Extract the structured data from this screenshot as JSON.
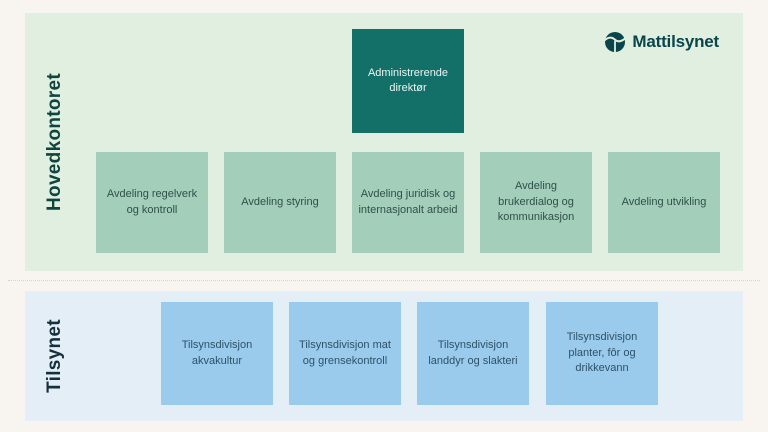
{
  "logo": {
    "name": "Mattilsynet",
    "icon": "mattilsynet-circle-mark",
    "color": "#0a454c"
  },
  "colors": {
    "page_bg": "#f8f4ef",
    "panel_green": "#e0efdf",
    "box_sage": "#a2ceba",
    "box_dark_teal": "#127069",
    "panel_blue": "#e4eef7",
    "box_blue": "#9acbec",
    "brand_teal": "#0a454c"
  },
  "sections": {
    "hovedkontoret": {
      "label": "Hovedkontoret",
      "leader": {
        "label": "Administrerende direktør"
      },
      "departments": [
        {
          "label": "Avdeling regelverk og kontroll"
        },
        {
          "label": "Avdeling styring"
        },
        {
          "label": "Avdeling juridisk og internasjonalt arbeid"
        },
        {
          "label": "Avdeling brukerdialog og kommunikasjon"
        },
        {
          "label": "Avdeling utvikling"
        }
      ]
    },
    "tilsynet": {
      "label": "Tilsynet",
      "divisions": [
        {
          "label": "Tilsynsdivisjon akvakultur"
        },
        {
          "label": "Tilsynsdivisjon mat og grensekontroll"
        },
        {
          "label": "Tilsynsdivisjon landdyr og slakteri"
        },
        {
          "label": "Tilsynsdivisjon planter, fôr og drikkevann"
        }
      ]
    }
  }
}
